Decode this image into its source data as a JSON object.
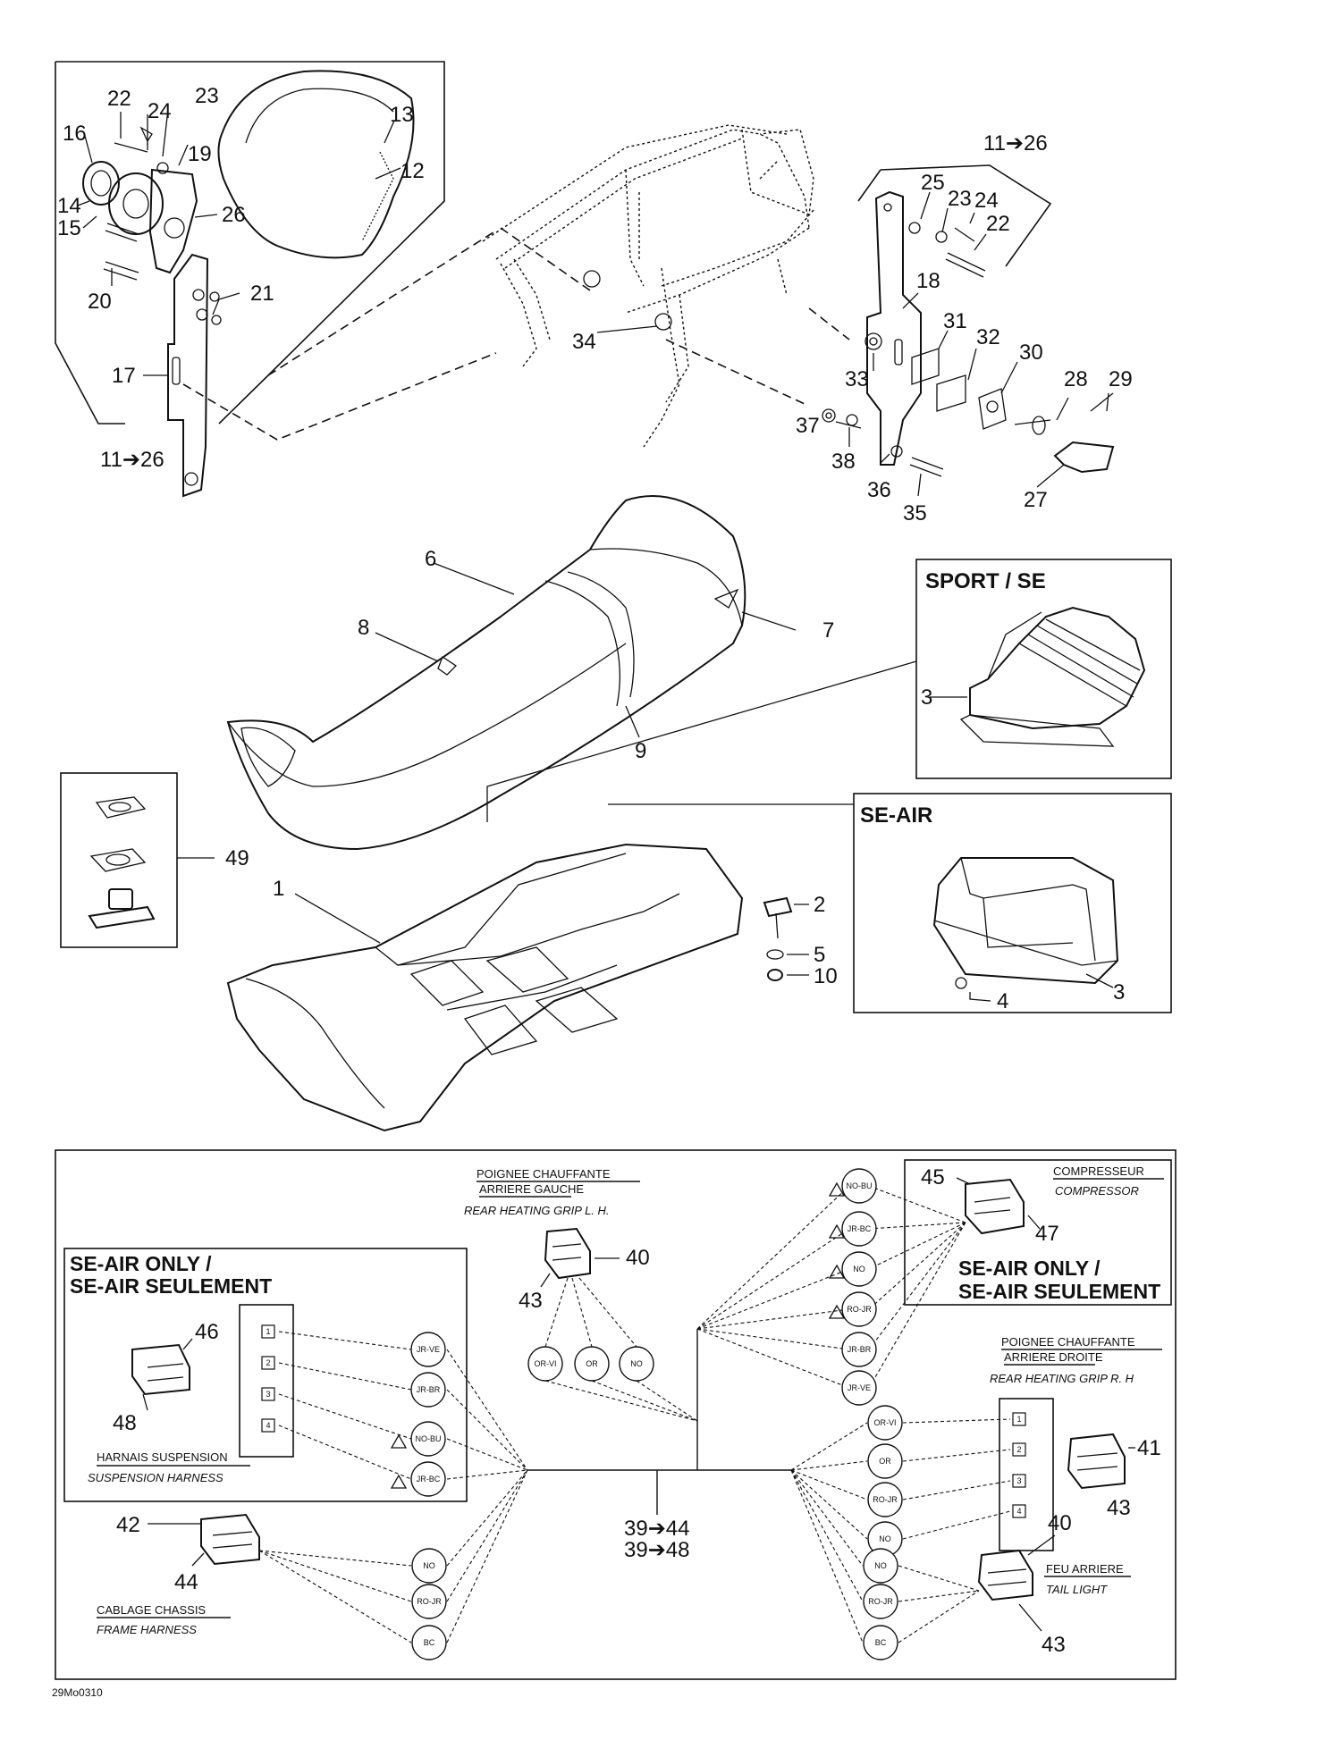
{
  "callouts": {
    "c22a": "22",
    "c24a": "24",
    "c23a": "23",
    "c13": "13",
    "c16": "16",
    "c19": "19",
    "c12": "12",
    "c14": "14",
    "c15": "15",
    "c26": "26",
    "c20": "20",
    "c21": "21",
    "c17": "17",
    "c11a": "11➔26",
    "c11b": "11➔26",
    "c25": "25",
    "c23b": "23",
    "c24b": "24",
    "c22b": "22",
    "c18": "18",
    "c34": "34",
    "c31": "31",
    "c32": "32",
    "c30": "30",
    "c28": "28",
    "c29": "29",
    "c33": "33",
    "c37": "37",
    "c38": "38",
    "c36": "36",
    "c35": "35",
    "c27": "27",
    "c6": "6",
    "c7": "7",
    "c8": "8",
    "c9": "9",
    "c3a": "3",
    "c49": "49",
    "c1": "1",
    "c2": "2",
    "c5": "5",
    "c10": "10",
    "c4": "4",
    "c3b": "3",
    "c45": "45",
    "c47": "47",
    "c40a": "40",
    "c43a": "43",
    "c46": "46",
    "c48": "48",
    "c41": "41",
    "c43b": "43",
    "c42": "42",
    "c44": "44",
    "c40b": "40",
    "c43c": "43",
    "c3944": "39➔44",
    "c3948": "39➔48"
  },
  "panels": {
    "sport_se": "SPORT / SE",
    "se_air": "SE-AIR",
    "se_air_only_left_1": "SE-AIR ONLY /",
    "se_air_only_left_2": "SE-AIR SEULEMENT",
    "se_air_only_right_1": "SE-AIR ONLY /",
    "se_air_only_right_2": "SE-AIR SEULEMENT"
  },
  "wiring_labels": {
    "grip_left_fr_1": "POIGNEE CHAUFFANTE",
    "grip_left_fr_2": "ARRIERE GAUCHE",
    "grip_left_en": "REAR HEATING GRIP L. H.",
    "compressor_fr": "COMPRESSEUR",
    "compressor_en": "COMPRESSOR",
    "grip_right_fr_1": "POIGNEE CHAUFFANTE",
    "grip_right_fr_2": "ARRIERE DROITE",
    "grip_right_en": "REAR HEATING GRIP R. H",
    "susp_fr": "HARNAIS SUSPENSION",
    "susp_en": "SUSPENSION HARNESS",
    "frame_fr": "CABLAGE CHASSIS",
    "frame_en": "FRAME HARNESS",
    "tail_fr": "FEU ARRIERE",
    "tail_en": "TAIL LIGHT"
  },
  "wire_codes": {
    "comp": [
      "NO-BU",
      "JR-BC",
      "NO",
      "RO-JR",
      "JR-BR",
      "JR-VE"
    ],
    "grip_left": [
      "OR-VI",
      "OR",
      "NO"
    ],
    "susp": [
      "JR-VE",
      "JR-BR",
      "NO-BU",
      "JR-BC"
    ],
    "grip_right": [
      "OR-VI",
      "OR",
      "RO-JR",
      "NO"
    ],
    "frame": [
      "NO",
      "RO-JR",
      "BC"
    ],
    "tail": [
      "NO",
      "RO-JR",
      "BC"
    ]
  },
  "pin_numbers": [
    "1",
    "2",
    "3",
    "4"
  ],
  "footer_ref": "29Mo0310"
}
